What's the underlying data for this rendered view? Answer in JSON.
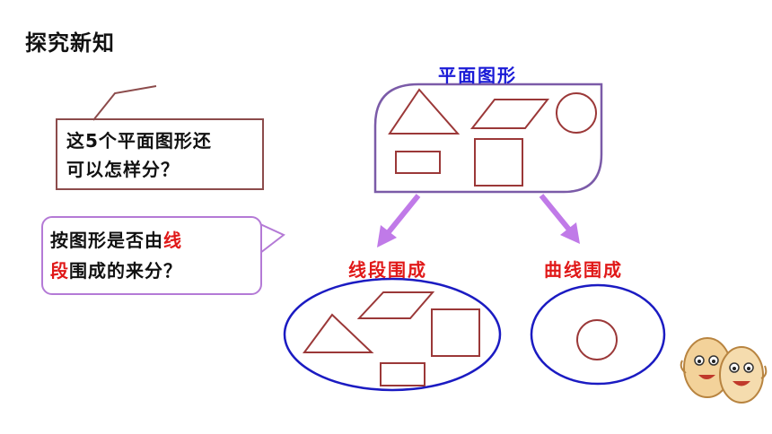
{
  "heading": "探究新知",
  "question1": {
    "line1": "这5个平面图形还",
    "line2": "可以怎样分？"
  },
  "question2": {
    "line1_plain": "按图形是否由",
    "line1_highlight": "线",
    "line2_highlight": "段",
    "line2_plain": "围成的来分？"
  },
  "group_title": "平面图形",
  "category_left": "线段围成",
  "category_right": "曲线围成",
  "colors": {
    "purple": "#7b5ba8",
    "shape_brown": "#9b3838",
    "ellipse_blue": "#1b1bc2",
    "arrow_purple": "#c07ae8",
    "red": "#e01818"
  },
  "decoration": "egg-characters"
}
